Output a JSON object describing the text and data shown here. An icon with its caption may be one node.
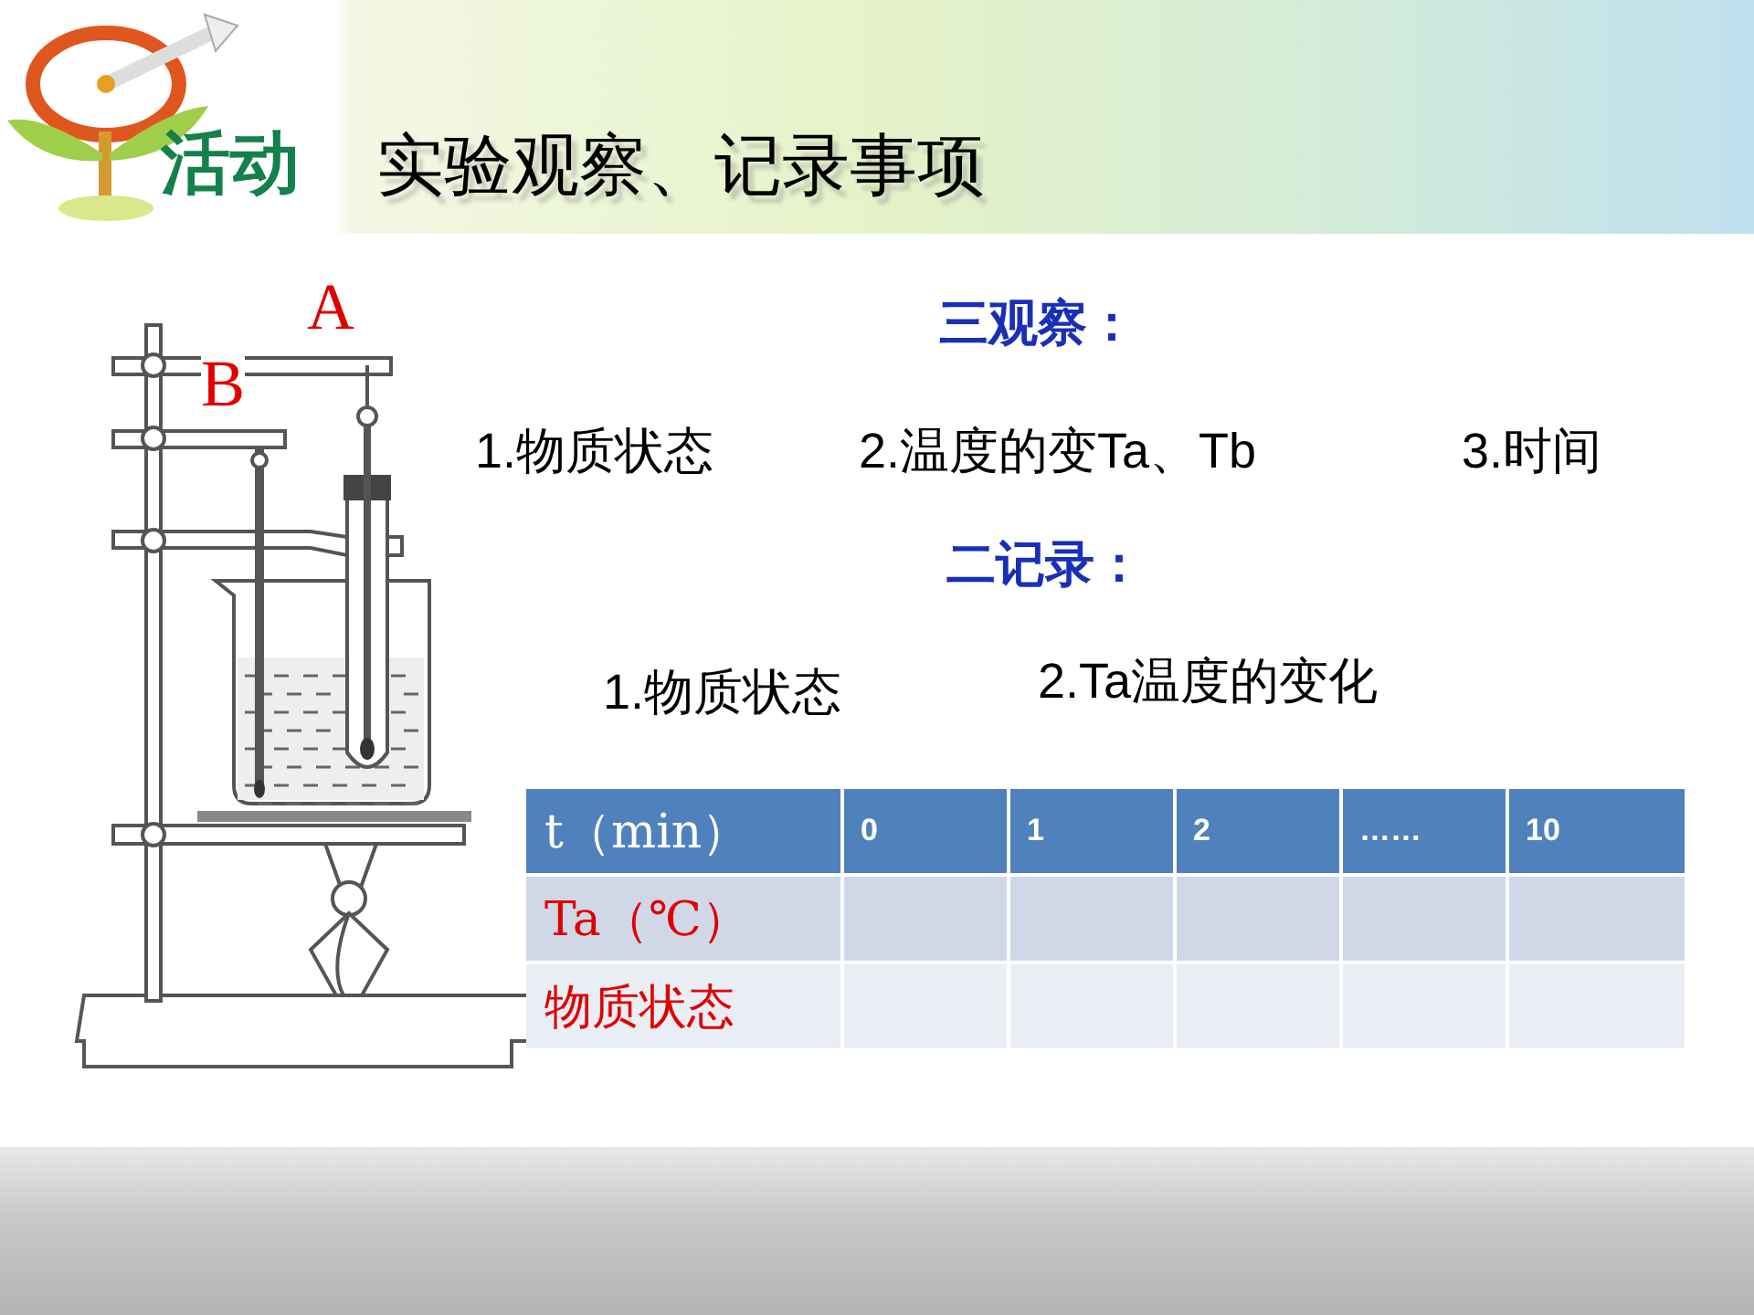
{
  "diagram": {
    "title": "实验观察、记录事项",
    "labels": [
      "活动",
      "A",
      "B",
      "三观察：",
      "1.物质状态",
      "2.温度的变Ta、Tb",
      "3.时间",
      "二记录：",
      "1.物质状态",
      "2.Ta温度的变化",
      "t（min）",
      "0",
      "1",
      "2",
      "……",
      "10",
      "Ta（℃）",
      "物质状态"
    ]
  }
}
